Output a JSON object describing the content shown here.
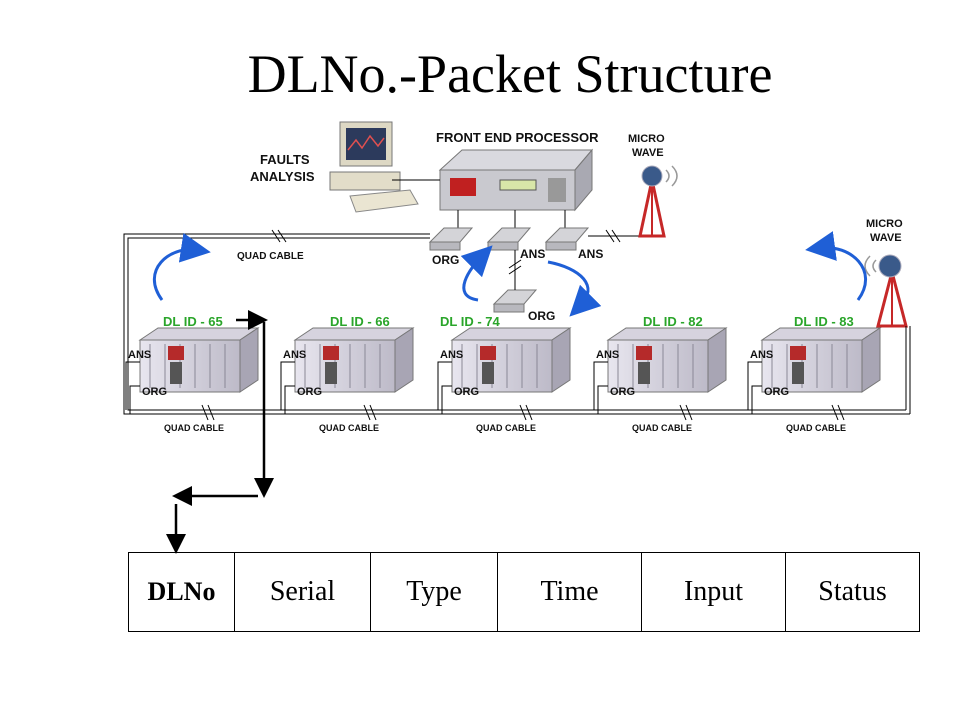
{
  "title": "DLNo.-Packet Structure",
  "labels": {
    "faults_line1": "FAULTS",
    "faults_line2": "ANALYSIS",
    "fep": "FRONT END PROCESSOR",
    "micro": "MICRO",
    "wave": "WAVE",
    "quad_cable": "QUAD CABLE",
    "org": "ORG",
    "ans": "ANS"
  },
  "dl_units": [
    {
      "id": "DL ID - 65"
    },
    {
      "id": "DL ID - 66"
    },
    {
      "id": "DL ID - 74"
    },
    {
      "id": "DL ID - 82"
    },
    {
      "id": "DL ID - 83"
    }
  ],
  "packet_fields": [
    "DLNo",
    "Serial",
    "Type",
    "Time",
    "Input",
    "Status"
  ],
  "colors": {
    "dl_id": "#2aa52a",
    "arrow": "#1f5fd6",
    "tower": "#c62828"
  }
}
